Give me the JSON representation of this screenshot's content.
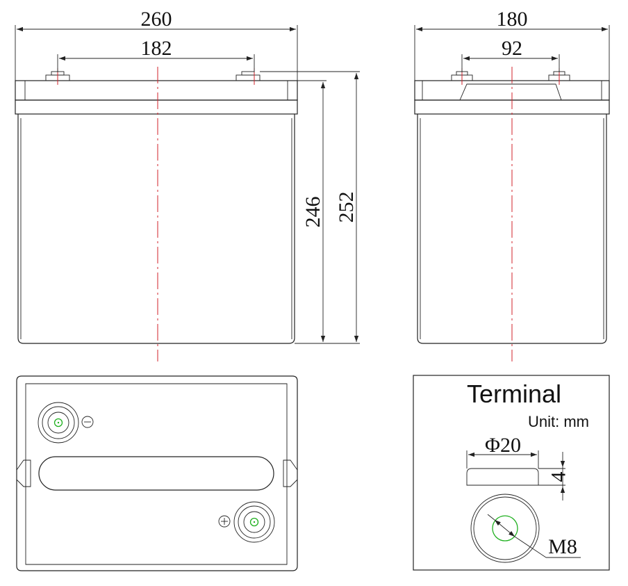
{
  "front_view": {
    "width_label": "260",
    "terminal_spacing_label": "182",
    "height_body_label": "246",
    "height_total_label": "252"
  },
  "side_view": {
    "width_label": "180",
    "terminal_spacing_label": "92"
  },
  "top_view": {
    "negative_symbol": "⊖",
    "positive_symbol": "⊕"
  },
  "terminal_detail": {
    "title": "Terminal",
    "unit": "Unit: mm",
    "diameter_label": "Φ20",
    "thickness_label": "4",
    "thread_label": "M8"
  },
  "colors": {
    "centerline": "#d0202a",
    "terminal_bolt": "#1fb01f",
    "outline": "#222222"
  }
}
